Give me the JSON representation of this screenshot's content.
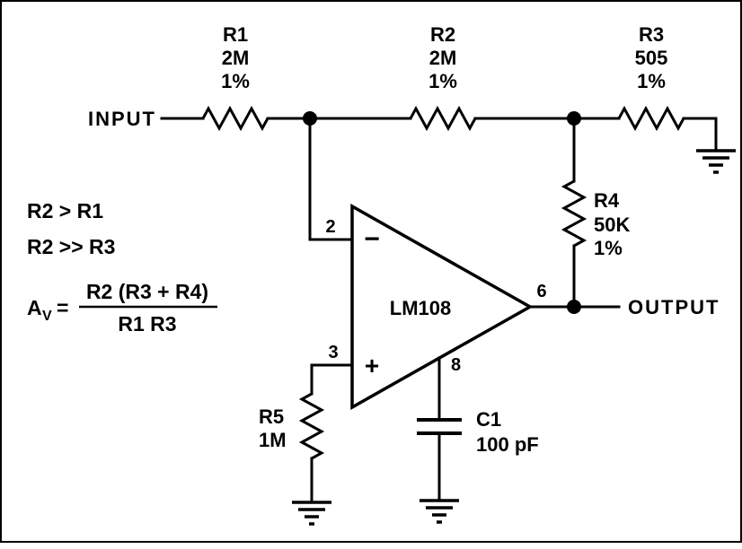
{
  "labels": {
    "input": "INPUT",
    "output": "OUTPUT",
    "opamp": "LM108",
    "pin_inverting": "2",
    "pin_noninverting": "3",
    "pin_output": "6",
    "pin_comp": "8",
    "minus_sign": "−",
    "plus_sign": "+"
  },
  "components": {
    "r1": {
      "ref": "R1",
      "value": "2M",
      "tol": "1%"
    },
    "r2": {
      "ref": "R2",
      "value": "2M",
      "tol": "1%"
    },
    "r3": {
      "ref": "R3",
      "value": "505",
      "tol": "1%"
    },
    "r4": {
      "ref": "R4",
      "value": "50K",
      "tol": "1%"
    },
    "r5": {
      "ref": "R5",
      "value": "1M"
    },
    "c1": {
      "ref": "C1",
      "value": "100 pF"
    }
  },
  "equations": {
    "condition1": "R2 > R1",
    "condition2": "R2 >> R3",
    "gain_var": "A",
    "gain_sub": "V",
    "gain_equals": "=",
    "gain_numerator": "R2 (R3 + R4)",
    "gain_denominator": "R1 R3"
  },
  "colors": {
    "ink": "#000000",
    "background": "#ffffff"
  }
}
